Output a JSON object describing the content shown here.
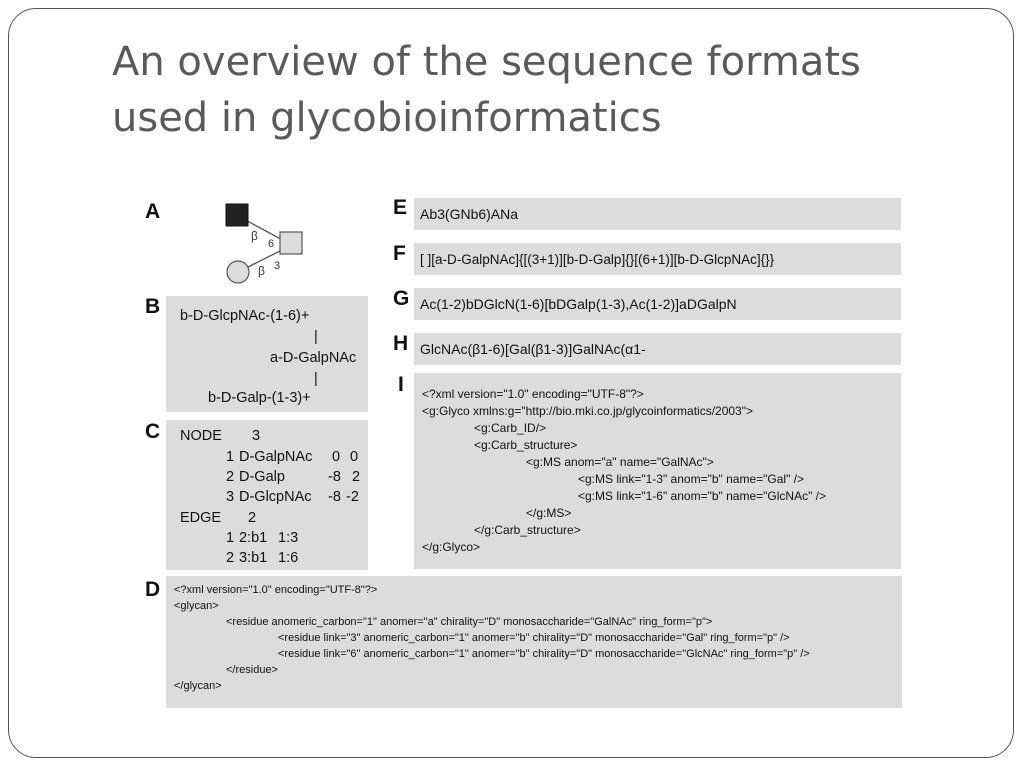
{
  "title": {
    "line1": "An overview of the sequence formats",
    "line2": "used in glycobioinformatics"
  },
  "panels": {
    "A": {
      "letter": "A",
      "beta_upper": "β",
      "link_upper": "6",
      "beta_lower": "β",
      "link_lower": "3"
    },
    "B": {
      "letter": "B",
      "lines": [
        "b-D-GlcpNAc-(1-6)+",
        "|",
        "a-D-GalpNAc",
        "|",
        "b-D-Galp-(1-3)+"
      ]
    },
    "C": {
      "letter": "C",
      "node_label": "NODE",
      "node_count": "3",
      "nodes": [
        {
          "idx": "1",
          "name": "D-GalpNAc",
          "a": "0",
          "b": "0"
        },
        {
          "idx": "2",
          "name": "D-Galp",
          "a": "-8",
          "b": "2"
        },
        {
          "idx": "3",
          "name": "D-GlcpNAc",
          "a": "-8",
          "b": "-2"
        }
      ],
      "edge_label": "EDGE",
      "edge_count": "2",
      "edges": [
        {
          "idx": "1",
          "link": "2:b1",
          "target": "1:3"
        },
        {
          "idx": "2",
          "link": "3:b1",
          "target": "1:6"
        }
      ]
    },
    "D": {
      "letter": "D",
      "lines": [
        "<?xml version=\"1.0\" encoding=\"UTF-8\"?>",
        "<glycan>",
        "<residue anomeric_carbon=\"1\" anomer=\"a\" chirality=\"D\" monosaccharide=\"GalNAc\" ring_form=\"p\">",
        "<residue link=\"3\" anomeric_carbon=\"1\" anomer=\"b\" chirality=\"D\" monosaccharide=\"Gal\" ring_form=\"p\" />",
        "<residue link=\"6\" anomeric_carbon=\"1\" anomer=\"b\" chirality=\"D\" monosaccharide=\"GlcNAc\" ring_form=\"p\" />",
        "</residue>",
        "</glycan>"
      ]
    },
    "E": {
      "letter": "E",
      "text": "Ab3(GNb6)ANa"
    },
    "F": {
      "letter": "F",
      "text": "[ ][a-D-GalpNAc]{[(3+1)][b-D-Galp]{}[(6+1)][b-D-GlcpNAc]{}}"
    },
    "G": {
      "letter": "G",
      "text": "Ac(1-2)bDGlcN(1-6)[bDGalp(1-3),Ac(1-2)]aDGalpN"
    },
    "H": {
      "letter": "H",
      "text": "GlcNAc(β1-6)[Gal(β1-3)]GalNAc(α1-"
    },
    "I": {
      "letter": "I",
      "lines": [
        "<?xml version=\"1.0\" encoding=\"UTF-8\"?>",
        "<g:Glyco xmlns:g=\"http://bio.mki.co.jp/glycoinformatics/2003\">",
        "<g:Carb_ID/>",
        "<g:Carb_structure>",
        "<g:MS anom=\"a\" name=\"GalNAc\">",
        "<g:MS link=\"1-3\" anom=\"b\" name=\"Gal\" />",
        "<g:MS link=\"1-6\" anom=\"b\" name=\"GlcNAc\" />",
        "</g:MS>",
        "</g:Carb_structure>",
        "</g:Glyco>"
      ]
    }
  }
}
